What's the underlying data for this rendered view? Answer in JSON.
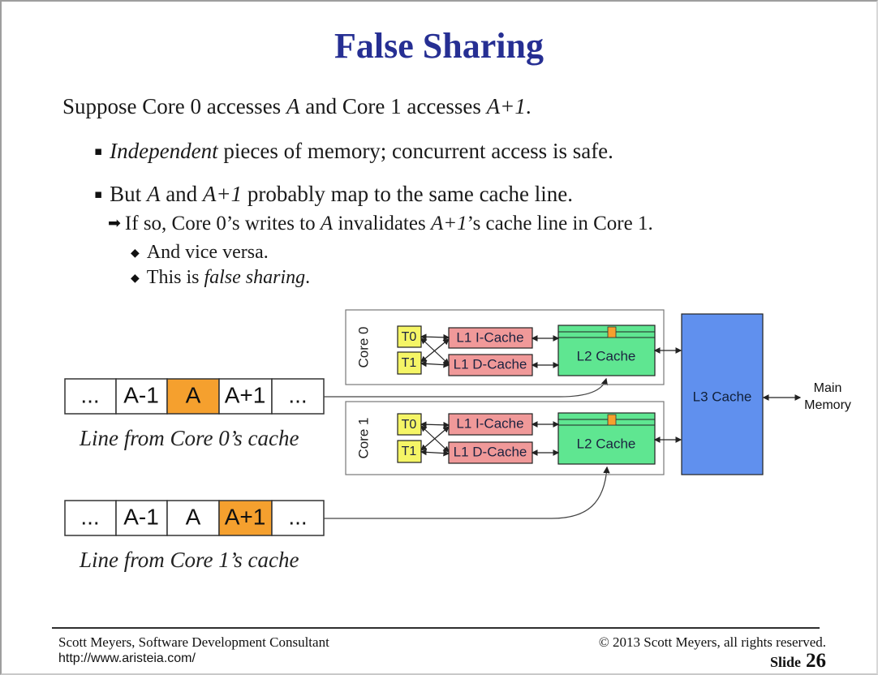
{
  "slide": {
    "title": "False Sharing",
    "intro": {
      "s0": "Suppose Core 0 accesses ",
      "s1": "A",
      "s2": " and Core 1 accesses ",
      "s3": "A+1",
      "s4": "."
    },
    "bullet1": {
      "marker": "▪",
      "s0": "Independent",
      "s1": " pieces of memory; concurrent access is safe."
    },
    "bullet2": {
      "marker": "▪",
      "s0": "But ",
      "s1": "A",
      "s2": " and ",
      "s3": "A+1",
      "s4": " probably map to the same cache line."
    },
    "bullet3": {
      "marker": "➡",
      "s0": "If so, Core 0’s writes to ",
      "s1": "A",
      "s2": " invalidates ",
      "s3": "A+1",
      "s4": "’s cache line in Core 1."
    },
    "bullet4": {
      "marker": "◆",
      "s0": "And vice versa."
    },
    "bullet5": {
      "marker": "◆",
      "s0": "This is ",
      "s1": "false sharing",
      "s2": "."
    }
  },
  "diagram": {
    "core0": {
      "label": "Core 0",
      "t0": "T0",
      "t1": "T1",
      "l1i": "L1 I-Cache",
      "l1d": "L1 D-Cache",
      "l2": "L2 Cache"
    },
    "core1": {
      "label": "Core 1",
      "t0": "T0",
      "t1": "T1",
      "l1i": "L1 I-Cache",
      "l1d": "L1 D-Cache",
      "l2": "L2 Cache"
    },
    "l3_label": "L3 Cache",
    "main_memory": {
      "line1": "Main",
      "line2": "Memory"
    },
    "row0": {
      "cells": [
        "...",
        "A-1",
        "A",
        "A+1",
        "..."
      ],
      "highlight_index": 2,
      "caption": "Line from Core 0’s cache"
    },
    "row1": {
      "cells": [
        "...",
        "A-1",
        "A",
        "A+1",
        "..."
      ],
      "highlight_index": 3,
      "caption": "Line from Core 1’s cache"
    },
    "colors": {
      "title_blue": "#262F93",
      "thread_yellow": "#F5F566",
      "l1_pink": "#F09999",
      "l2_green": "#5FE691",
      "l3_blue": "#6090EE",
      "highlight_orange": "#F5A02E"
    }
  },
  "footer": {
    "author": "Scott Meyers, Software Development Consultant",
    "url": "http://www.aristeia.com/",
    "copyright": "© 2013 Scott Meyers, all rights reserved.",
    "slide_word": "Slide",
    "slide_number": "26"
  }
}
